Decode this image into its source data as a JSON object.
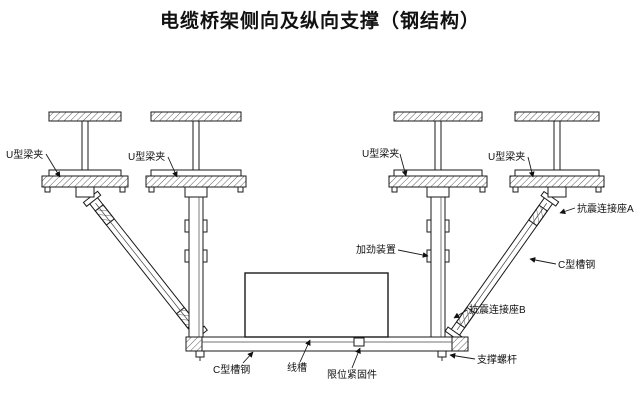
{
  "title": "电缆桥架侧向及纵向支撑（钢结构）",
  "labels": {
    "u_beam_clamp": "U型梁夹",
    "stiffening_device": "加劲装置",
    "seismic_connector_a": "抗震连接座A",
    "c_channel_steel": "C型槽钢",
    "seismic_connector_b": "抗震连接座B",
    "wire_trough": "线槽",
    "limit_fastener": "限位紧固件",
    "support_screw_rod": "支撑螺杆"
  }
}
